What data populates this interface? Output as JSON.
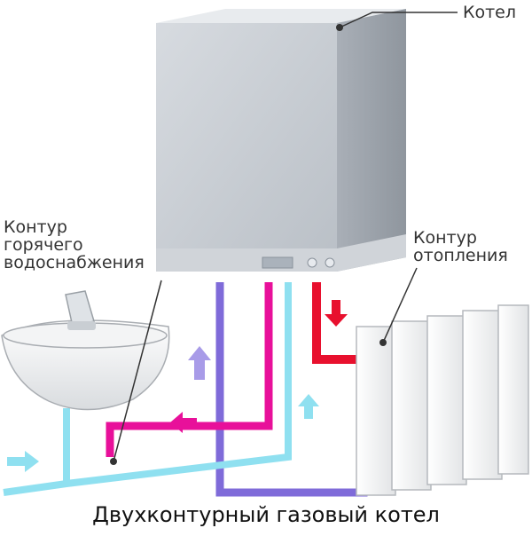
{
  "title": "Двухконтурный газовый котел",
  "labels": {
    "boiler": "Котел",
    "hot_water_circuit": [
      "Контур",
      "горячего",
      "водоснабжения"
    ],
    "heating_circuit": [
      "Контур",
      "отопления"
    ]
  },
  "colors": {
    "hot_water_pipe": "#e8109a",
    "heating_supply_pipe": "#e8102e",
    "return_pipe": "#7f6bd9",
    "cold_water_pipe": "#8fe0f0",
    "boiler_body": "#c8cdd3"
  }
}
